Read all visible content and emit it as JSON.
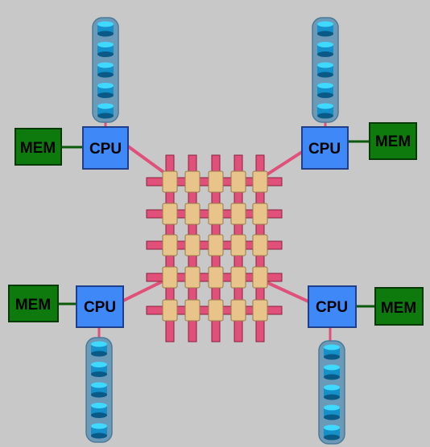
{
  "colors": {
    "background": "#c8c8c8",
    "cpu_fill": "#3f88f8",
    "cpu_border": "#1f3f8a",
    "mem_fill": "#0e7a0e",
    "mem_border": "#053a05",
    "crossbar_link": "#e0507a",
    "mem_link": "#0b5a0b",
    "switch_fill": "#e8c48a",
    "switch_border": "#9a7a48",
    "port_fill": "#e0507a",
    "port_border": "#8a2040",
    "stack_tube": "#6b9ab8",
    "stack_tube_border": "#4a7a98",
    "disk_top": "#3fd8ff",
    "disk_side": "#1590c8",
    "disk_bottom": "#0a5a88"
  },
  "icons": {
    "disk": "disk-stack-icon",
    "switch": "switch-node-icon"
  },
  "nodes": [
    {
      "id": "top-left",
      "cpu_label": "CPU",
      "mem_label": "MEM"
    },
    {
      "id": "top-right",
      "cpu_label": "CPU",
      "mem_label": "MEM"
    },
    {
      "id": "bottom-left",
      "cpu_label": "CPU",
      "mem_label": "MEM"
    },
    {
      "id": "bottom-right",
      "cpu_label": "CPU",
      "mem_label": "MEM"
    }
  ],
  "crossbar": {
    "rows": 5,
    "cols": 5
  },
  "disk_stack": {
    "disks_per_stack": 5
  }
}
